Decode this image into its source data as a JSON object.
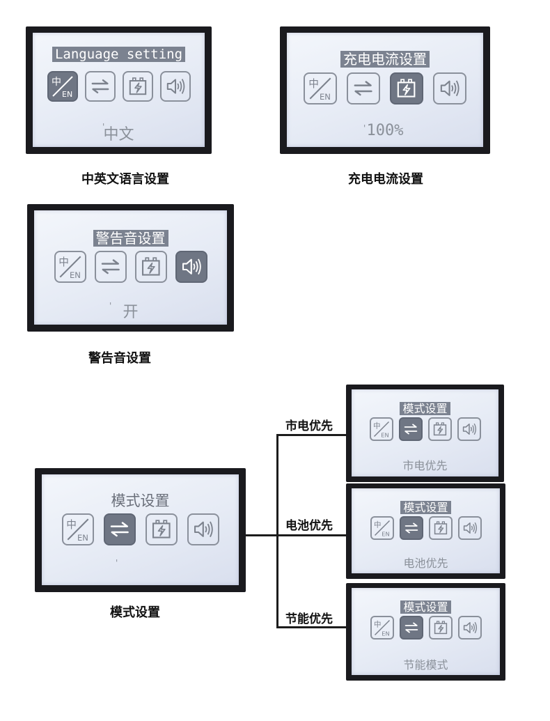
{
  "panels": {
    "language": {
      "title": "Language setting",
      "value": "中文",
      "caption": "中英文语言设置",
      "icons": {
        "lang_top": "中",
        "lang_bottom": "EN"
      }
    },
    "charge": {
      "title": "充电电流设置",
      "value": "100%",
      "caption": "充电电流设置",
      "icons": {
        "lang_top": "中",
        "lang_bottom": "EN"
      }
    },
    "alarm": {
      "title": "警告音设置",
      "value": "开",
      "caption": "警告音设置",
      "icons": {
        "lang_top": "中",
        "lang_bottom": "EN"
      }
    },
    "mode": {
      "title": "模式设置",
      "value": "",
      "caption": "模式设置",
      "icons": {
        "lang_top": "中",
        "lang_bottom": "EN"
      }
    },
    "mode_grid": {
      "title": "模式设置",
      "value": "市电优先",
      "branch_label": "市电优先",
      "icons": {
        "lang_top": "中",
        "lang_bottom": "EN"
      }
    },
    "mode_battery": {
      "title": "模式设置",
      "value": "电池优先",
      "branch_label": "电池优先",
      "icons": {
        "lang_top": "中",
        "lang_bottom": "EN"
      }
    },
    "mode_eco": {
      "title": "模式设置",
      "value": "节能模式",
      "branch_label": "节能优先",
      "icons": {
        "lang_top": "中",
        "lang_bottom": "EN"
      }
    }
  },
  "icon_names": [
    "language-icon",
    "mode-switch-icon",
    "battery-charge-icon",
    "speaker-icon"
  ],
  "colors": {
    "lcd_frame": "#1a1a1e",
    "lcd_background": "#e6ebf5",
    "highlight": "#6f7684",
    "caption_text": "#111111"
  }
}
